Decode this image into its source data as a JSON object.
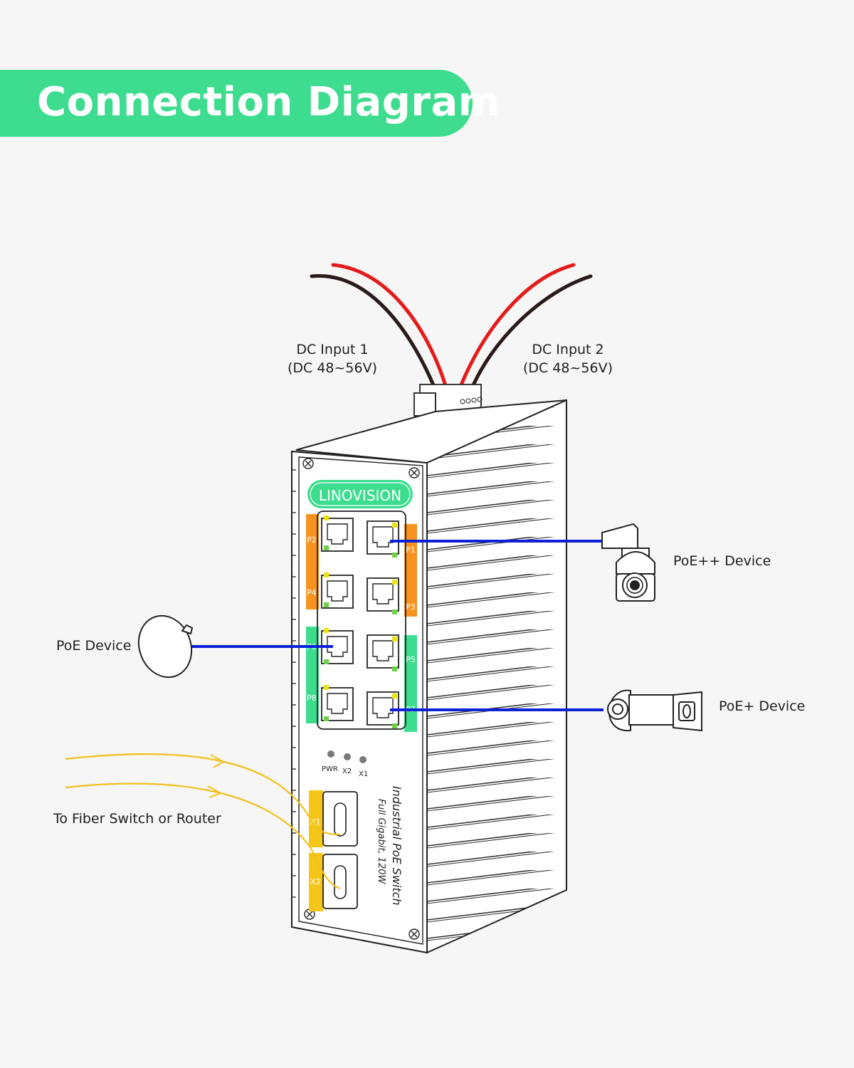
{
  "title": "Connection Diagram",
  "labels": {
    "dc1_line1": "DC Input 1",
    "dc1_line2": "(DC 48~56V)",
    "dc2_line1": "DC Input 2",
    "dc2_line2": "(DC 48~56V)",
    "poepp": "PoE++ Device",
    "poe": "PoE Device",
    "poep": "PoE+ Device",
    "fiber": "To Fiber Switch or Router"
  },
  "device": {
    "brand": "LINOVISION",
    "name": "Industrial PoE Switch",
    "spec": "Full Gigabit, 120W",
    "ports": [
      "P1",
      "P2",
      "P3",
      "P4",
      "P5",
      "P6",
      "P7",
      "P8"
    ],
    "leds": [
      "PWR",
      "X2",
      "X1"
    ],
    "sfp": [
      "X1",
      "X2"
    ]
  },
  "colors": {
    "banner": "#3ddc8f",
    "cable": "#0b20d8",
    "fiber": "#f2c01e",
    "orange_zone": "#f7931e",
    "green_zone": "#3ddc8f",
    "yellow_zone": "#f5c518",
    "wire_red": "#e31b1b",
    "wire_black": "#2a1b1b"
  },
  "icons": [
    "ptz-camera-icon",
    "dome-camera-icon",
    "bullet-camera-icon"
  ]
}
